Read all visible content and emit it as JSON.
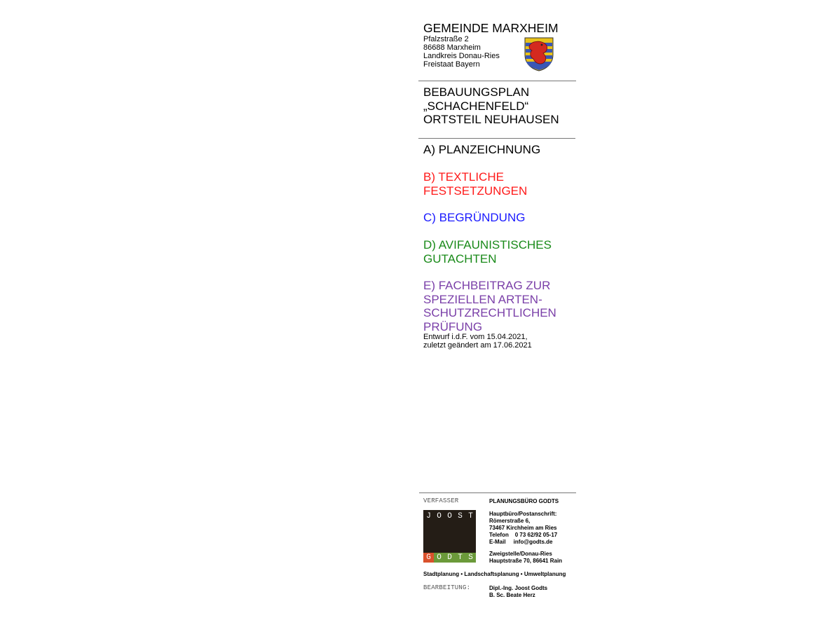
{
  "header": {
    "title": "GEMEINDE MARXHEIM",
    "address": [
      "Pfalzstraße 2",
      "86688 Marxheim",
      "Landkreis Donau-Ries",
      "Freistaat Bayern"
    ],
    "crest_icon": "coat-of-arms-icon"
  },
  "plan": {
    "title_lines": [
      "BEBAUUNGSPLAN",
      "„SCHACHENFELD“",
      "ORTSTEIL NEUHAUSEN"
    ]
  },
  "sections": {
    "a": {
      "lines": [
        "A) PLANZEICHNUNG"
      ],
      "color": "#000000"
    },
    "b": {
      "lines": [
        "B) TEXTLICHE",
        "FESTSETZUNGEN"
      ],
      "color": "#ff1a1a"
    },
    "c": {
      "lines": [
        "C) BEGRÜNDUNG"
      ],
      "color": "#1a1aff"
    },
    "d": {
      "lines": [
        "D) AVIFAUNISTISCHES",
        "GUTACHTEN"
      ],
      "color": "#198a19"
    },
    "e": {
      "lines": [
        "E) FACHBEITRAG ZUR",
        "SPEZIELLEN ARTEN-",
        "SCHUTZRECHTLICHEN",
        "PRÜFUNG"
      ],
      "color": "#7a3fa8"
    }
  },
  "draft": {
    "lines": [
      "Entwurf i.d.F. vom 15.04.2021,",
      "zuletzt geändert am 17.06.2021"
    ]
  },
  "footer": {
    "verfasser_label": "VERFASSER",
    "office_name": "PLANUNGSBÜRO GODTS",
    "logo": {
      "top_letters": [
        "J",
        "O",
        "O",
        "S",
        "T"
      ],
      "bottom_letters": [
        "G",
        "O",
        "D",
        "T",
        "S"
      ],
      "bottom_colors": [
        "#d9512c",
        "#6b9a3a",
        "#6b9a3a",
        "#6b9a3a",
        "#6b9a3a"
      ]
    },
    "main_office": [
      "Hauptbüro/Postanschrift:",
      "Römerstraße 6,",
      "73467 Kirchheim am Ries",
      "Telefon    0 73 62/92 05-17",
      "E-Mail     info@godts.de"
    ],
    "branch_office": [
      "Zweigstelle/Donau-Ries",
      "Hauptstraße 70, 86641 Rain"
    ],
    "services": "Stadtplanung • Landschaftsplanung • Umweltplanung",
    "bearbeitung_label": "BEARBEITUNG:",
    "editors": [
      "Dipl.-Ing. Joost Godts",
      "B. Sc. Beate Herz"
    ]
  }
}
